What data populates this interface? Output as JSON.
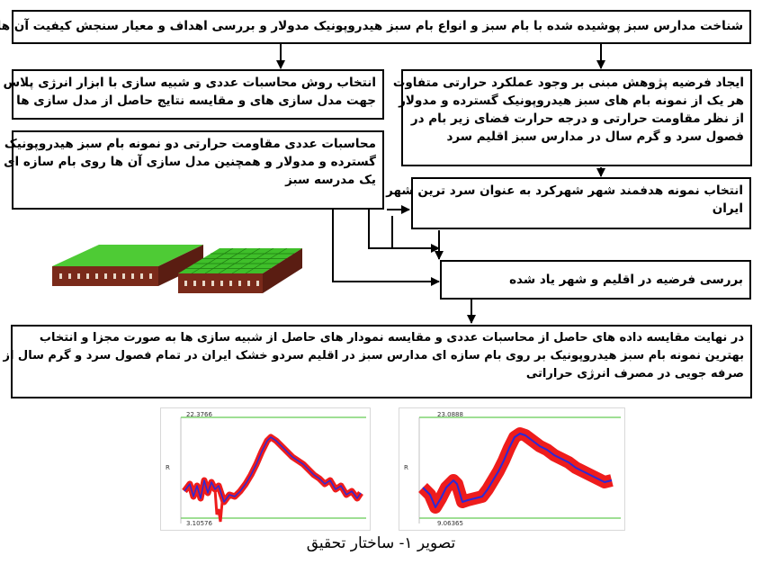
{
  "boxes": {
    "intro": {
      "lines": [
        "شناخت مدارس سبز  پوشیده شده با بام سبز و انواع بام سبز هیدروپونیک مدولار و بررسی   اهداف و معیار سنجش کیفیت آن ها"
      ]
    },
    "method": {
      "lines": [
        "انتخاب روش محاسبات عددی و شبیه سازی با ابزار انرژی پلاس",
        "جهت مدل سازی های و مقایسه  نتایج حاصل از مدل سازی ها"
      ]
    },
    "hypothesis": {
      "lines": [
        "ایجاد فرضیه پژوهش  مبنی بر وجود عملکرد حرارتی متفاوت",
        "هر یک از نمونه بام های سبز هیدروپونیک گسترده و مدولار",
        "از نظر مقاومت حرارتی و درجه حرارت فضای زیر بام در",
        "فصول سرد و گرم سال در مدارس سبز اقلیم سرد"
      ]
    },
    "calc": {
      "lines": [
        "محاسبات عددی مقاومت حرارتی دو نمونه بام سبز هیدروپونیک",
        "گسترده و مدولار و همچنین مدل سازی آن ها  روی بام سازه ای",
        "یک مدرسه سبز"
      ]
    },
    "city": {
      "lines": [
        "انتخاب  نمونه هدفمند شهر شهرکرد به عنوان سرد ترین شهر",
        "ایران"
      ]
    },
    "review": {
      "lines": [
        "بررسی فرضیه در اقلیم  و شهر یاد شده"
      ]
    },
    "final": {
      "lines": [
        "در نهایت مقایسه داده های حاصل از محاسبات عددی و مقایسه نمودار های حاصل از شبیه سازی ها به صورت مجزا و انتخاب",
        "بهترین نمونه بام سبز هیدروپونیک  بر روی بام سازه ای مدارس سبز در اقلیم سردو خشک ایران  در تمام فصول سرد و گرم سال از نظر",
        "صرفه جویی در مصرف انرژی حراراتی"
      ]
    }
  },
  "charts": [
    {
      "max_label": "22.3766",
      "min_label": "3.10576",
      "y_axis_label": "R"
    },
    {
      "max_label": "23.0888",
      "min_label": "9.06365",
      "y_axis_label": "R"
    }
  ],
  "caption": "تصویر ۱- ساختار تحقیق",
  "colors": {
    "roof_green": "#3fbf2a",
    "roof_base": "#7a2a1a",
    "trace_red": "#ee1c1c",
    "trace_blue": "#2a2ad8"
  }
}
